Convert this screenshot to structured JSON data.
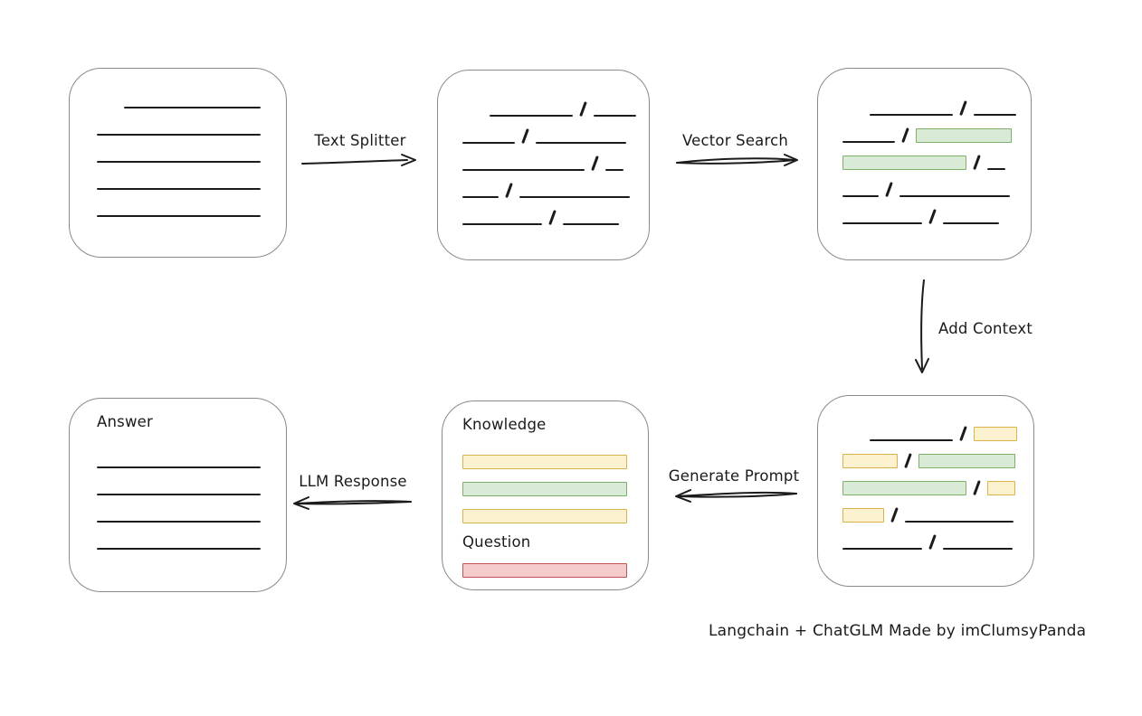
{
  "title": "Langchain + ChatGLM pipeline diagram",
  "colors": {
    "green_fill": "#d9ead6",
    "green_border": "#7fb069",
    "yellow_fill": "#fdf2cf",
    "yellow_border": "#d9b24a",
    "red_fill": "#f5cccb",
    "red_border": "#bf5451",
    "node_border": "#8a8a8a",
    "ink": "#1b1b1b"
  },
  "labels": {
    "text_splitter": "Text Splitter",
    "vector_search": "Vector Search",
    "add_context": "Add Context",
    "generate_prompt": "Generate Prompt",
    "llm_response": "LLM Response",
    "credit": "Langchain + ChatGLM Made by imClumsyPanda"
  },
  "prompt_box": {
    "knowledge_title": "Knowledge",
    "question_title": "Question"
  },
  "answer_box": {
    "title": "Answer"
  },
  "boxes": {
    "document": {
      "rows": [
        {
          "indent": 30,
          "segs": [
            {
              "k": "line",
              "w": 151
            }
          ]
        },
        {
          "segs": [
            {
              "k": "line",
              "w": 181
            }
          ]
        },
        {
          "segs": [
            {
              "k": "line",
              "w": 181
            }
          ]
        },
        {
          "segs": [
            {
              "k": "line",
              "w": 181
            }
          ]
        },
        {
          "segs": [
            {
              "k": "line",
              "w": 181
            }
          ]
        }
      ]
    },
    "splitter": {
      "rows": [
        {
          "indent": 30,
          "segs": [
            {
              "k": "line",
              "w": 92
            },
            {
              "k": "slash"
            },
            {
              "k": "line",
              "w": 47
            }
          ]
        },
        {
          "segs": [
            {
              "k": "line",
              "w": 58
            },
            {
              "k": "slash"
            },
            {
              "k": "line",
              "w": 100
            }
          ]
        },
        {
          "segs": [
            {
              "k": "line",
              "w": 135
            },
            {
              "k": "slash"
            },
            {
              "k": "line",
              "w": 20
            }
          ]
        },
        {
          "segs": [
            {
              "k": "line",
              "w": 40
            },
            {
              "k": "slash"
            },
            {
              "k": "line",
              "w": 122
            }
          ]
        },
        {
          "segs": [
            {
              "k": "line",
              "w": 88
            },
            {
              "k": "slash"
            },
            {
              "k": "line",
              "w": 62
            }
          ]
        }
      ]
    },
    "vector": {
      "rows": [
        {
          "indent": 30,
          "segs": [
            {
              "k": "line",
              "w": 92
            },
            {
              "k": "slash"
            },
            {
              "k": "line",
              "w": 47
            }
          ]
        },
        {
          "segs": [
            {
              "k": "line",
              "w": 58
            },
            {
              "k": "slash"
            },
            {
              "k": "green",
              "w": 106
            }
          ]
        },
        {
          "segs": [
            {
              "k": "green",
              "w": 137
            },
            {
              "k": "slash"
            },
            {
              "k": "line",
              "w": 20
            }
          ]
        },
        {
          "segs": [
            {
              "k": "line",
              "w": 40
            },
            {
              "k": "slash"
            },
            {
              "k": "line",
              "w": 122
            }
          ]
        },
        {
          "segs": [
            {
              "k": "line",
              "w": 88
            },
            {
              "k": "slash"
            },
            {
              "k": "line",
              "w": 62
            }
          ]
        }
      ]
    },
    "context": {
      "rows": [
        {
          "indent": 30,
          "segs": [
            {
              "k": "line",
              "w": 92
            },
            {
              "k": "slash"
            },
            {
              "k": "yellow",
              "w": 48
            }
          ]
        },
        {
          "segs": [
            {
              "k": "yellow",
              "w": 61
            },
            {
              "k": "slash"
            },
            {
              "k": "green",
              "w": 107
            }
          ]
        },
        {
          "segs": [
            {
              "k": "green",
              "w": 137
            },
            {
              "k": "slash"
            },
            {
              "k": "yellow",
              "w": 31
            }
          ]
        },
        {
          "segs": [
            {
              "k": "yellow",
              "w": 46
            },
            {
              "k": "slash"
            },
            {
              "k": "line",
              "w": 120
            }
          ]
        },
        {
          "segs": [
            {
              "k": "line",
              "w": 88
            },
            {
              "k": "slash"
            },
            {
              "k": "line",
              "w": 77
            }
          ]
        }
      ]
    },
    "prompt_bars": {
      "rows": [
        {
          "segs": [
            {
              "k": "yellow",
              "w": 182
            }
          ]
        },
        {
          "segs": [
            {
              "k": "green",
              "w": 182
            }
          ]
        },
        {
          "segs": [
            {
              "k": "yellow",
              "w": 182
            }
          ]
        }
      ]
    },
    "question_bar": {
      "rows": [
        {
          "segs": [
            {
              "k": "red",
              "w": 182
            }
          ]
        }
      ]
    },
    "answer_lines": {
      "rows": [
        {
          "segs": [
            {
              "k": "line",
              "w": 181
            }
          ]
        },
        {
          "segs": [
            {
              "k": "line",
              "w": 181
            }
          ]
        },
        {
          "segs": [
            {
              "k": "line",
              "w": 181
            }
          ]
        },
        {
          "segs": [
            {
              "k": "line",
              "w": 181
            }
          ]
        }
      ]
    }
  }
}
